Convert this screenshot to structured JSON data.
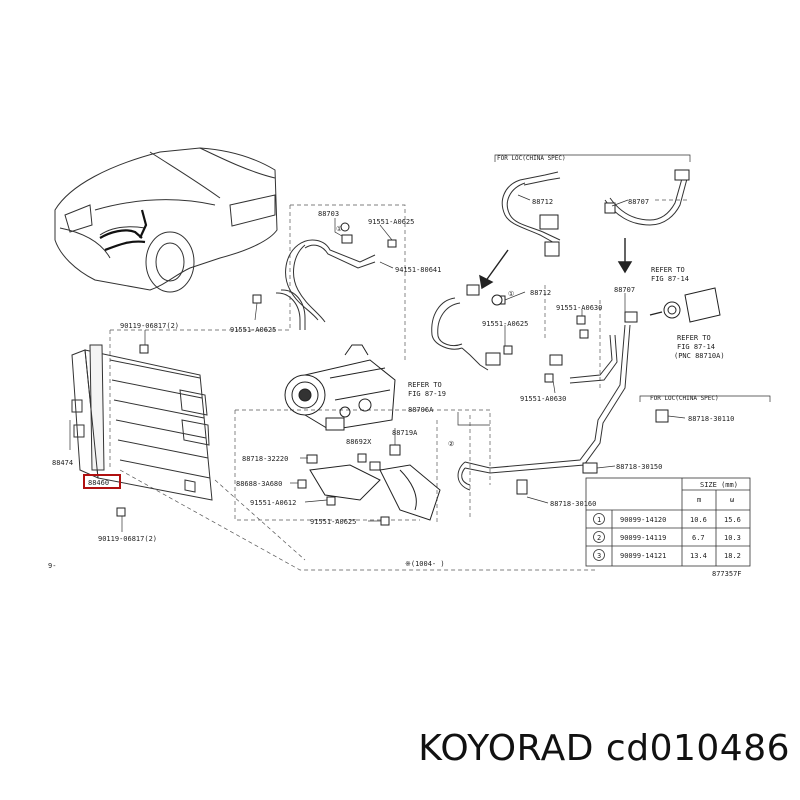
{
  "brand_caption": "KOYORAD cd010486",
  "diagram_id": "877357F",
  "page_marker": "9-",
  "footnote": "※(1004- )",
  "labels": {
    "p88703": "88703",
    "p91551_a0625_top": "91551-A0625",
    "p94151": "94151-80641",
    "p90119_top": "90119-06817(2)",
    "p91551_a0625_left": "91551-A0625",
    "p88474": "88474",
    "p88460": "88460",
    "p90119_bottom": "90119-06817(2)",
    "p88706a": "88706A",
    "p88692x": "88692X",
    "p88719a": "88719A",
    "p88718_32220": "88718-32220",
    "p88688": "88688-3A680",
    "p91551_a0612": "91551-A0612",
    "p91551_a0625_bot": "91551-A0625",
    "p88712_mid": "88712",
    "p91551_a0625_mid": "91551-A0625",
    "p88712_top": "88712",
    "p88707_top": "88707",
    "p88707_mid": "88707",
    "p91551_a0630_a": "91551-A0630",
    "p91551_a0630_b": "91551-A0630",
    "p88718_30150": "88718-30150",
    "p88718_30160": "88718-30160",
    "p88718_30110": "88718-30110",
    "for_china": "FOR LOC(CHINA SPEC)",
    "for_notch": "FOR LOC(CHINA SPEC)",
    "refer_fig_8719_a": "REFER TO",
    "refer_fig_8719_b": "FIG 87-19",
    "refer_fig_8714_a": "REFER TO",
    "refer_fig_8714_b": "FIG 87-14",
    "refer_fig_8714c_a": "REFER TO",
    "refer_fig_8714c_b": "FIG 87-14",
    "refer_fig_8714c_c": "(PNC 88710A)",
    "circle_1": "①",
    "circle_2": "②"
  },
  "size_table": {
    "title": "SIZE (mm)",
    "col_headers": [
      "m",
      "ω"
    ],
    "rows": [
      {
        "no": "1",
        "part": "90099-14120",
        "a": "10.6",
        "b": "15.6"
      },
      {
        "no": "2",
        "part": "90099-14119",
        "a": "6.7",
        "b": "10.3"
      },
      {
        "no": "3",
        "part": "90099-14121",
        "a": "13.4",
        "b": "18.2"
      }
    ]
  }
}
